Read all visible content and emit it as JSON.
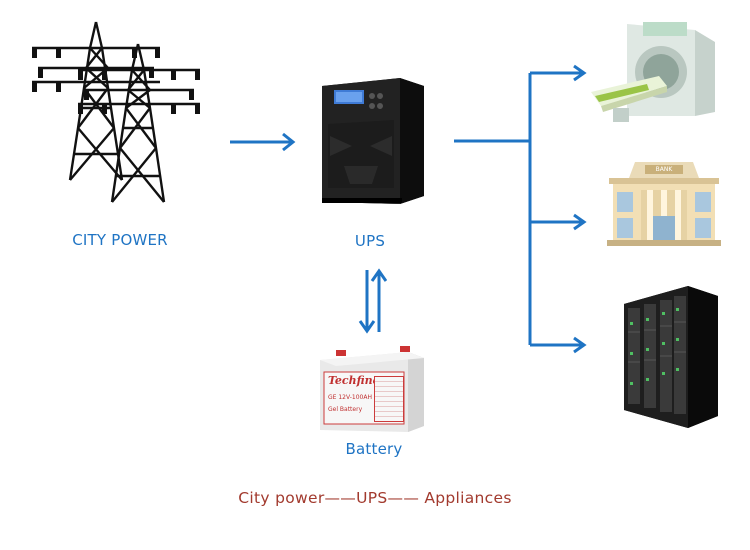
{
  "labels": {
    "city_power": "CITY POWER",
    "ups": "UPS",
    "battery": "Battery"
  },
  "battery_panel": {
    "brand": "Techfine",
    "model": "GE 12V-100AH",
    "type": "Gel Battery"
  },
  "bank_sign": "BANK",
  "caption": "City power——UPS—— Appliances",
  "colors": {
    "arrow": "#1f74c4",
    "label": "#1f74c4",
    "caption": "#a23a2e"
  },
  "icons": [
    "transmission-tower-icon",
    "ups-icon",
    "battery-icon",
    "medical-scanner-icon",
    "bank-building-icon",
    "server-rack-icon"
  ]
}
